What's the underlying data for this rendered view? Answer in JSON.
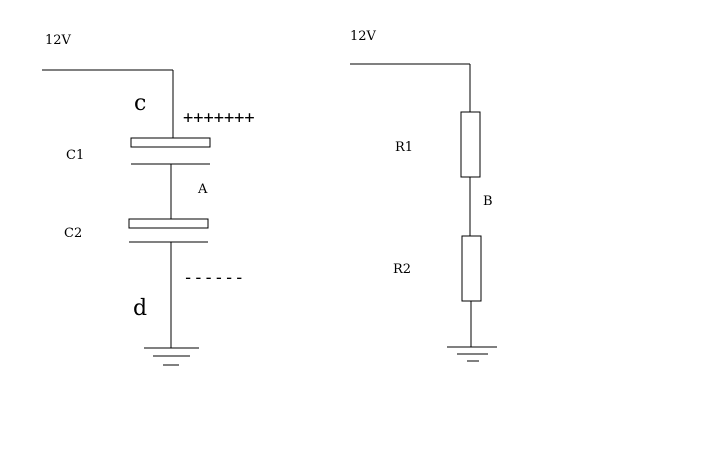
{
  "left_circuit": {
    "supply_label": "12V",
    "node_top_label": "c",
    "plus_charges": "+++++++",
    "c1_label": "C1",
    "node_mid_label": "A",
    "c2_label": "C2",
    "minus_charges": "------",
    "node_bottom_label": "d",
    "ground_icon": "ground-icon"
  },
  "right_circuit": {
    "supply_label": "12V",
    "r1_label": "R1",
    "node_mid_label": "B",
    "r2_label": "R2",
    "ground_icon": "ground-icon"
  },
  "colors": {
    "line": "#000000",
    "background": "#ffffff"
  }
}
